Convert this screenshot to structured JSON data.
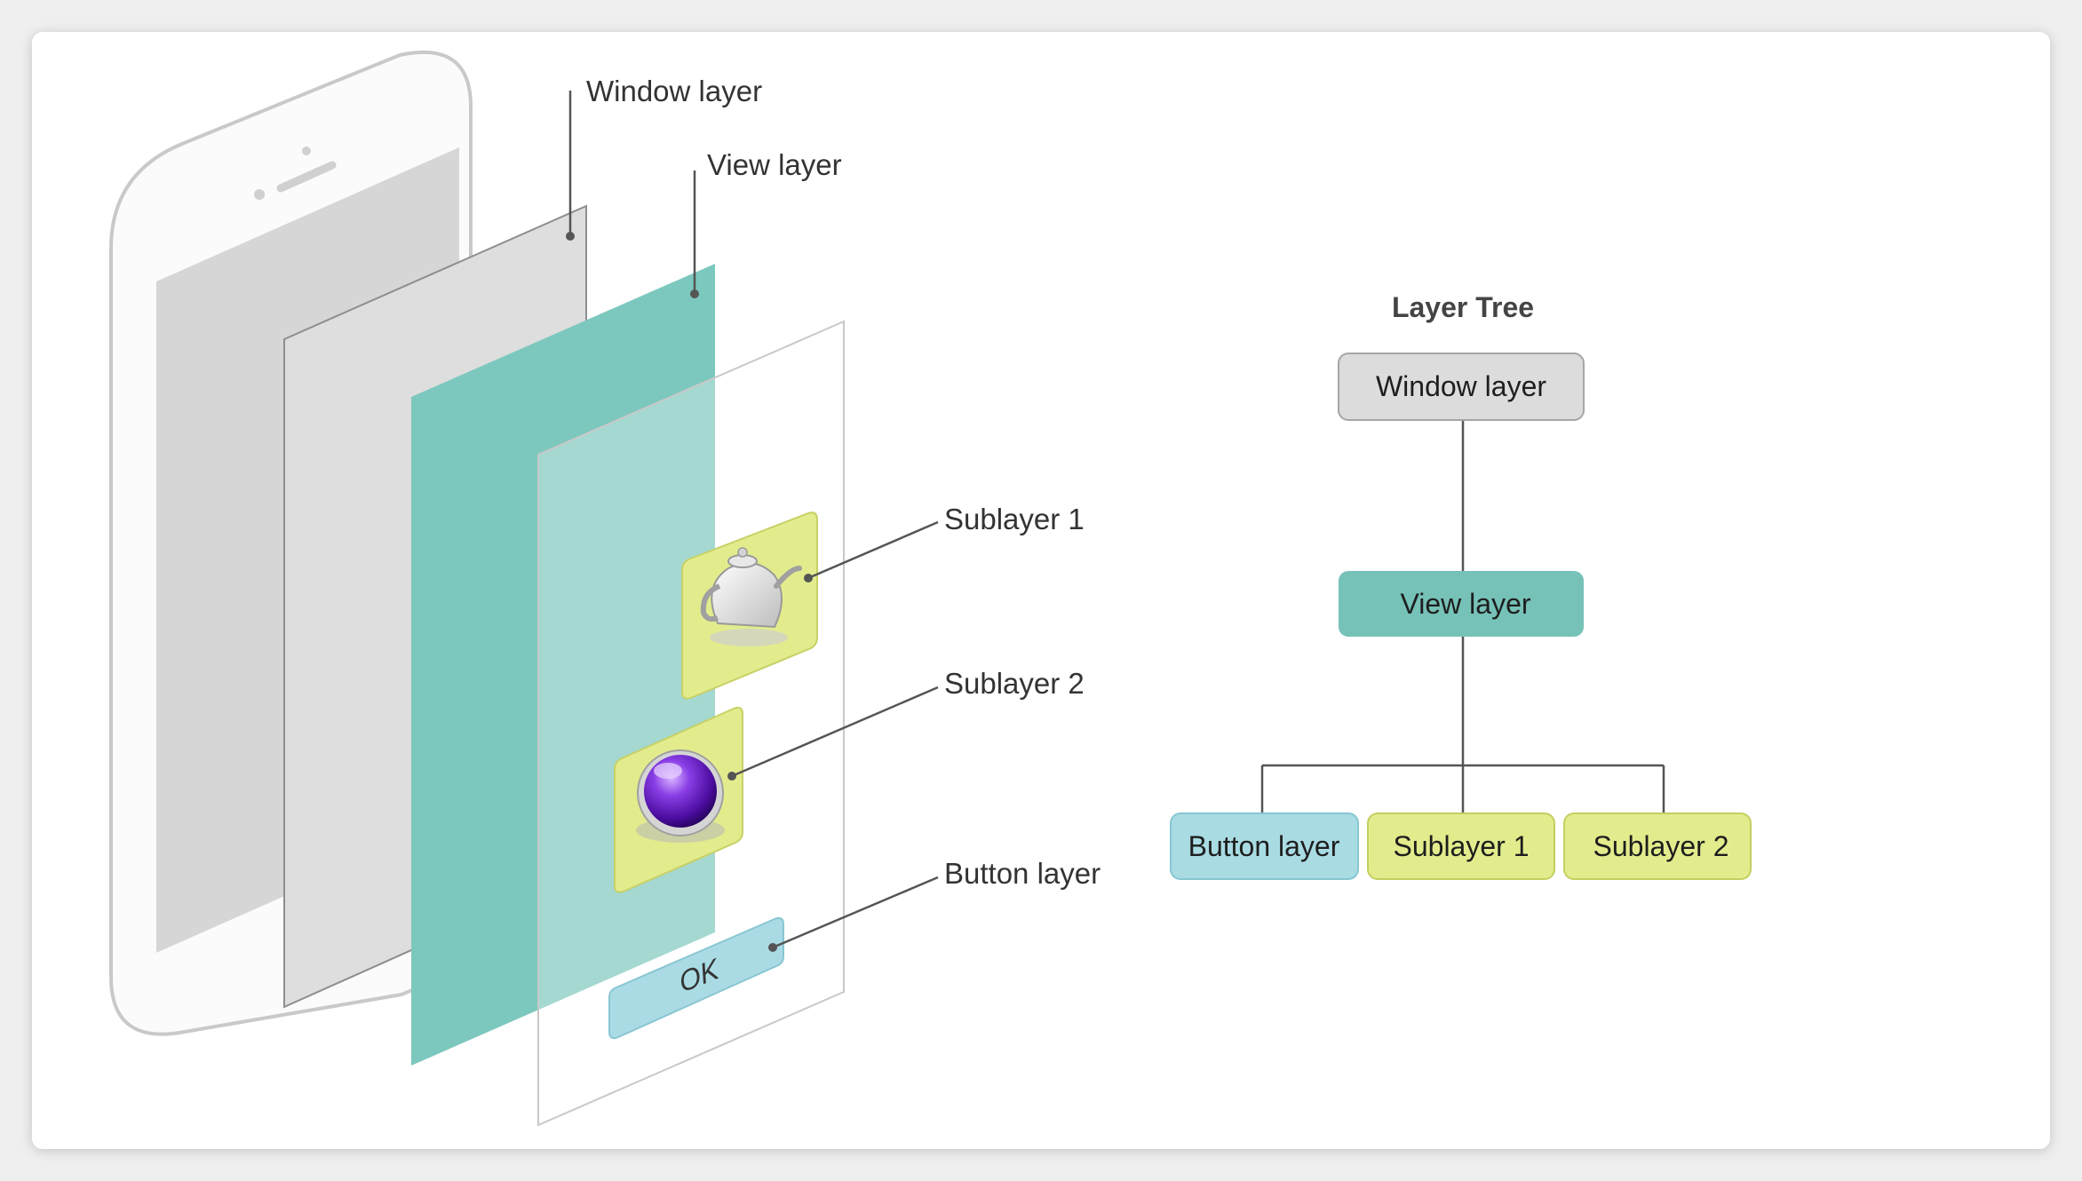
{
  "callouts": {
    "window_layer": "Window layer",
    "view_layer": "View layer",
    "sublayer_1": "Sublayer 1",
    "sublayer_2": "Sublayer 2",
    "button_layer": "Button layer"
  },
  "button": {
    "label": "OK"
  },
  "tree": {
    "title": "Layer Tree",
    "root": "Window layer",
    "child": "View layer",
    "leaves": [
      "Button layer",
      "Sublayer 1",
      "Sublayer 2"
    ]
  },
  "colors": {
    "window_layer": "#dcdcdc",
    "view_layer": "#7cc7bd",
    "sublayer": "#e3ec8d",
    "button_layer": "#aadbe4",
    "tree_root": "#dcdcdc",
    "tree_view": "#76c2b8",
    "tree_button": "#a9dbe3",
    "tree_sublayer": "#e3ec8d"
  },
  "icons": {
    "sublayer_1": "teapot-icon",
    "sublayer_2": "purple-sphere-icon"
  }
}
